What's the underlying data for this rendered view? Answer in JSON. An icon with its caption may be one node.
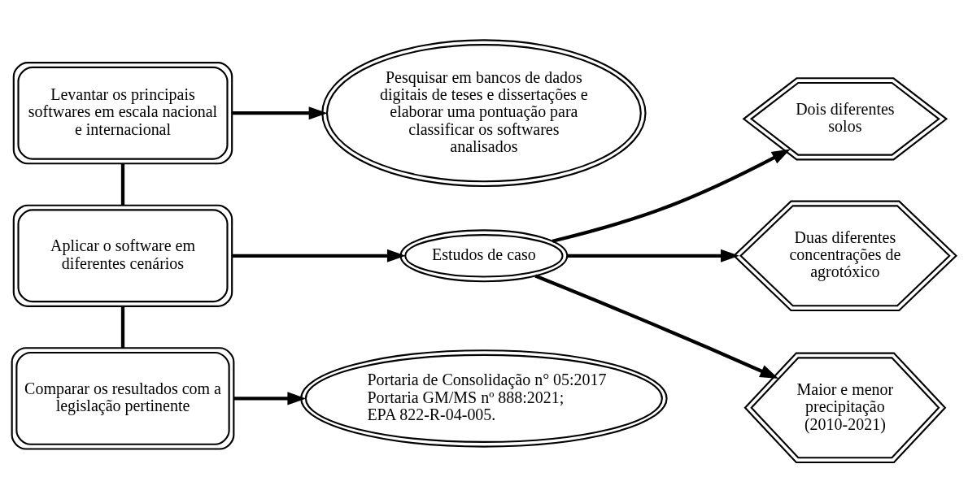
{
  "diagram": {
    "nodes": [
      {
        "text": [
          "Levantar os principais softwares em escala nacional e internacional"
        ]
      },
      {
        "text": [
          "Pesquisar em bancos de dados digitais de teses e dissertações e elaborar uma pontuação para classificar os softwares analisados"
        ]
      },
      {
        "text": [
          "Aplicar o software em diferentes cenários"
        ]
      },
      {
        "text": [
          "Estudos de caso"
        ]
      },
      {
        "text": [
          "Dois diferentes solos"
        ]
      },
      {
        "text": [
          "Duas diferentes concentrações de agrotóxico"
        ]
      },
      {
        "text": [
          "Maior e menor precipitação (2010-2021)"
        ]
      },
      {
        "text": [
          "Comparar os resultados com a legislação pertinente"
        ]
      },
      {
        "text": [
          "Portaria de Consolidação n° 05:2017",
          "Portaria GM/MS nº 888:2021;",
          "EPA 822-R-04-005."
        ]
      }
    ],
    "edges": [
      {
        "from": 0,
        "to": 1,
        "arrow": "to"
      },
      {
        "from": 0,
        "to": 2,
        "arrow": "none"
      },
      {
        "from": 2,
        "to": 3,
        "arrow": "to"
      },
      {
        "from": 3,
        "to": 4,
        "arrow": "to"
      },
      {
        "from": 3,
        "to": 5,
        "arrow": "to"
      },
      {
        "from": 3,
        "to": 6,
        "arrow": "to"
      },
      {
        "from": 2,
        "to": 7,
        "arrow": "none"
      },
      {
        "from": 7,
        "to": 8,
        "arrow": "to"
      }
    ]
  }
}
